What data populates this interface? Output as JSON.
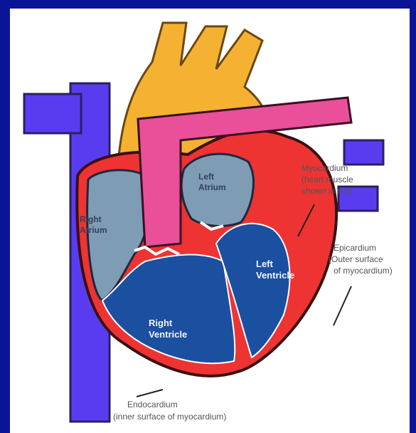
{
  "diagram": {
    "structures": {
      "aorta": {
        "label": ""
      },
      "vena_cava": {
        "label": ""
      },
      "pulmonary_artery": {
        "label": ""
      },
      "pulmonary_veins": {
        "label": ""
      }
    },
    "labels": {
      "right_atrium": [
        "Right",
        "Atrium"
      ],
      "left_atrium": [
        "Left",
        "Atrium"
      ],
      "right_ventricle": [
        "Right",
        "Ventricle"
      ],
      "left_ventricle": [
        "Left",
        "Ventricle"
      ],
      "myocardium": [
        "Myocardium",
        "(heart muscle",
        "shown in red)"
      ],
      "epicardium": [
        "Epicardium",
        "(Outer surface",
        "of myocardium)"
      ],
      "endocardium": [
        "Endocardium",
        "(inner surface of myocardium)"
      ]
    },
    "colors": {
      "frame": "#0a1496",
      "aorta": "#f5b232",
      "pulmonary_artery": "#ea4f9a",
      "vena_cava": "#5a3cf0",
      "myocardium": "#ee3333",
      "ventricle_chamber": "#1b4fa0",
      "atrium_chamber": "#7e9cb4"
    }
  }
}
